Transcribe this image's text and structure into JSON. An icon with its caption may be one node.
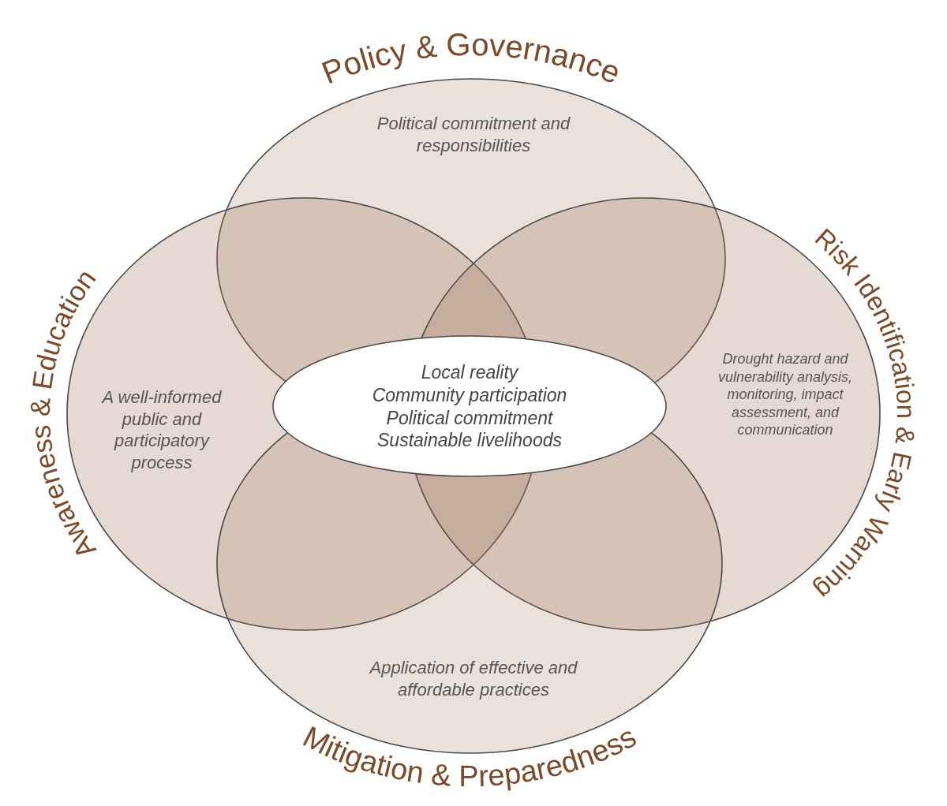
{
  "diagram": {
    "nodes": [
      {
        "text": [
          "Policy & Governance",
          "Political commitment and responsibilities"
        ]
      },
      {
        "text": [
          "Awareness & Education",
          "A well-informed public and participatory process"
        ]
      },
      {
        "text": [
          "Risk Identification & Early Warning",
          "Drought hazard and vulnerability analysis, monitoring, impact assessment, and communication"
        ]
      },
      {
        "text": [
          "Local reality",
          "Community participation",
          "Political commitment",
          "Sustainable livelihoods"
        ]
      },
      {
        "text": [
          "Application of effective and affordable practices",
          "Mitigation & Preparedness"
        ]
      }
    ]
  }
}
